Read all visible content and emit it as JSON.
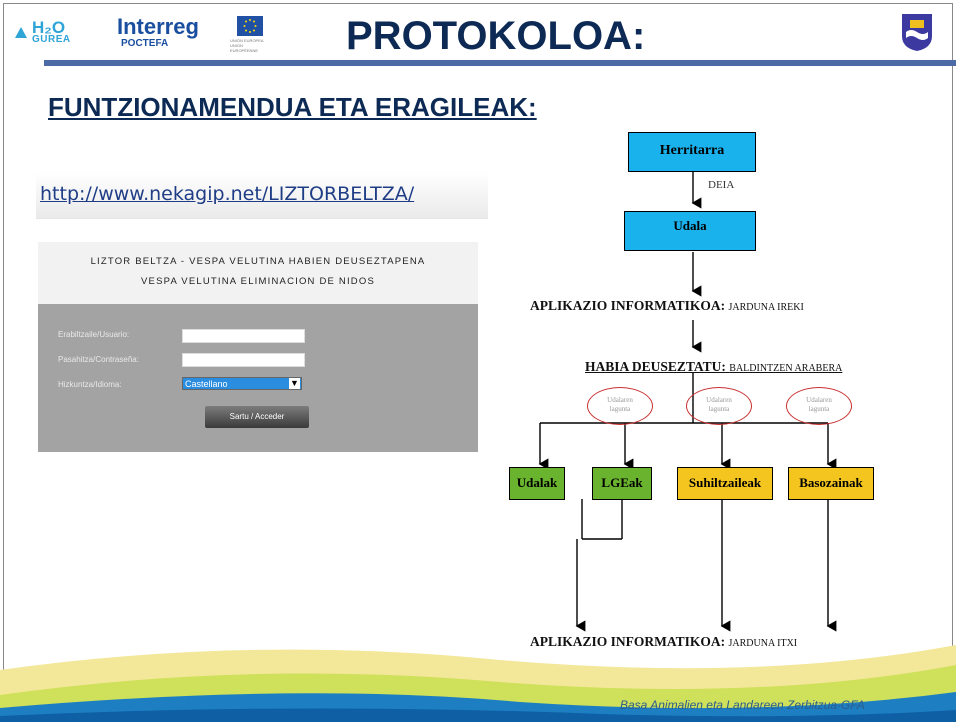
{
  "header": {
    "h2o_logo_text": "H₂O",
    "h2o_logo_sub": "GUREA",
    "interreg_title": "Interreg",
    "interreg_sub": "POCTEFA",
    "eu_caption": "UNIÓN EUROPEA UNION EUROPÉENNE",
    "title": "PROTOKOLOA:",
    "accent_color": "#4c6aa5",
    "title_color": "#0d2a55"
  },
  "section_title": "FUNTZIONAMENDUA ETA ERAGILEAK:",
  "web": {
    "url": "http://www.nekagip.net/LIZTORBELTZA/",
    "heading_line1": "LIZTOR BELTZA - VESPA VELUTINA HABIEN DEUSEZTAPENA",
    "heading_line2": "VESPA VELUTINA ELIMINACION DE NIDOS",
    "user_label": "Erabiltzaile/Usuario:",
    "password_label": "Pasahitza/Contraseña:",
    "language_label": "Hizkuntza/Idioma:",
    "language_value": "Castellano",
    "login_button": "Sartu / Acceder"
  },
  "flow": {
    "node_herritarra": "Herritarra",
    "label_deia": "DEIA",
    "node_udala": "Udala",
    "app_open_bold": "APLIKAZIO INFORMATIKOA:",
    "app_open_small": "JARDUNA IREKI",
    "habia_bold": "HABIA DEUSEZTATU:",
    "habia_small": "BALDINTZEN ARABERA",
    "ellipse_1_line1": "Udalaren",
    "ellipse_1_line2": "lagunta",
    "ellipse_2_line1": "Udalaren",
    "ellipse_2_line2": "lagunta",
    "ellipse_3_line1": "Udalaren",
    "ellipse_3_line2": "lagunta",
    "node_udalak": "Udalak",
    "node_lgeak": "LGEak",
    "node_suhiltzaileak": "Suhiltzaileak",
    "node_basozainak": "Basozainak",
    "app_close_bold": "APLIKAZIO INFORMATIKOA:",
    "app_close_small": "JARDUNA ITXI",
    "colors": {
      "blue": "#1ab2ec",
      "green": "#6ab32f",
      "yellow": "#f4c51f"
    }
  },
  "footer": "Basa Animalien eta Landareen Zerbitzua-GFA"
}
